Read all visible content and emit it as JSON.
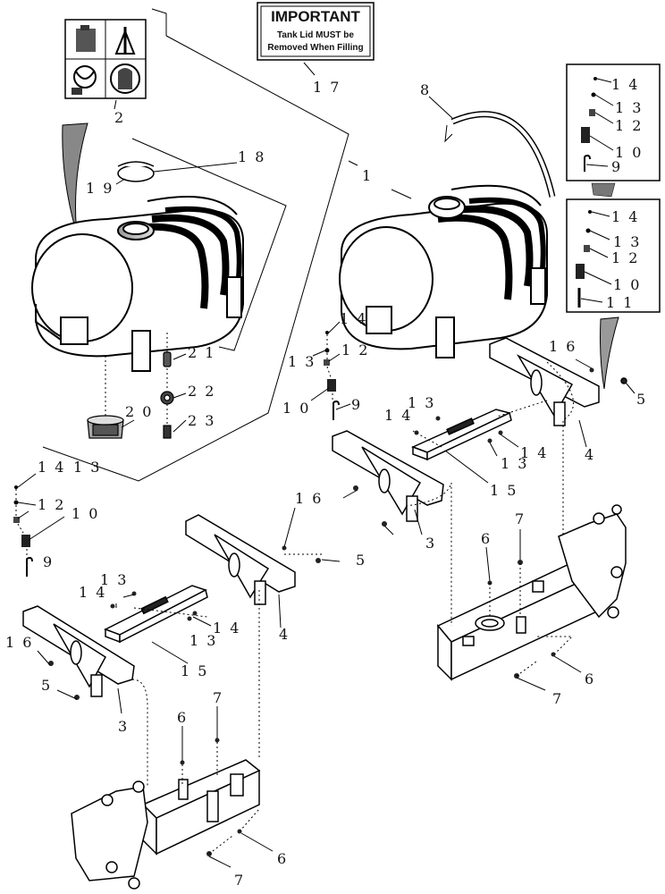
{
  "decal": {
    "important_title": "IMPORTANT",
    "line1": "Tank Lid MUST be",
    "line2": "Removed When Filling"
  },
  "callouts": {
    "c17": "1 7",
    "c2": "2",
    "c18": "1 8",
    "c19": "1 9",
    "c1": "1",
    "c8": "8",
    "c21": "2 1",
    "c22": "2 2",
    "c20": "2 0",
    "c23": "2 3",
    "c14a": "1 4",
    "c13a": "1 3",
    "c12a": "1 2",
    "c10a": "1 0",
    "c9a": "9",
    "c14b": "1 4",
    "c13b": "1 3",
    "c12b": "1 2",
    "c10b": "1 0",
    "c9b": "9",
    "c14c": "1 4",
    "c13c": "1 3",
    "c12c": "1 2",
    "c10c": "1 0",
    "c11c": "1 1",
    "c16a": "1 6",
    "c5a": "5",
    "c4a": "4",
    "c13d": "1 3",
    "c14d": "1 4",
    "c14e": "1 4",
    "c13e": "1 3",
    "c15a": "1 5",
    "c14f": "1 4",
    "c13f": "1 3",
    "c12f": "1 2",
    "c10f": "1 0",
    "c9f": "9",
    "c16b": "1 6",
    "c3a": "3",
    "c5b": "5",
    "c6a": "6",
    "c7a": "7",
    "c6b": "6",
    "c7b": "7",
    "c13g": "1 3",
    "c14g": "1 4",
    "c14h": "1 4",
    "c13h": "1 3",
    "c15b": "1 5",
    "c4b": "4",
    "c16c": "1 6",
    "c5c": "5",
    "c3b": "3",
    "c6c": "6",
    "c7c": "7",
    "c6d": "6",
    "c7d": "7"
  }
}
